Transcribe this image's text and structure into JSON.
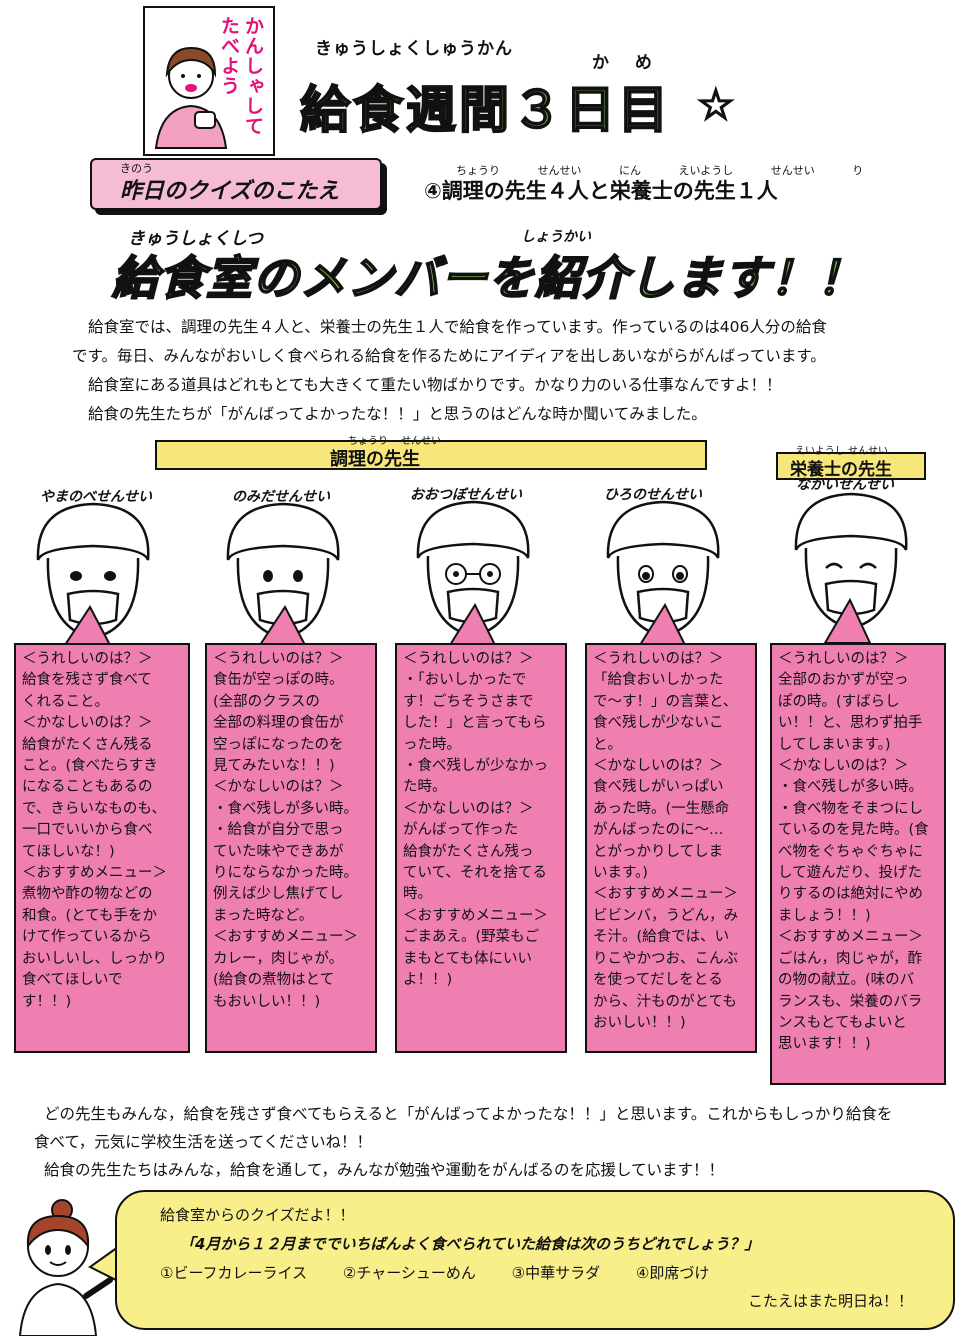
{
  "header": {
    "logo_text": "かんしゃしてたべよう",
    "title_ruby": "きゅうしょくしゅうかん",
    "title_ruby2": "か め",
    "title": "給食週間３日目"
  },
  "answer": {
    "label_ruby": "きのう",
    "label": "昨日のクイズのこたえ",
    "ruby": "ちょうり せんせい にん えいようし せんせい り",
    "text": "④調理の先生４人と栄養士の先生１人"
  },
  "heading": {
    "ruby": "きゅうしょくしつ",
    "ruby2": "しょうかい",
    "text": "給食室のメンバーを紹介します！！"
  },
  "intro": {
    "lines": [
      "給食室では、調理の先生４人と、栄養士の先生１人で給食を作っています。作っているのは406人分の給食",
      "です。毎日、みんながおいしく食べられる給食を作るためにアイディアを出しあいながらがんばっています。",
      "給食室にある道具はどれもとても大きくて重たい物ばかりです。かなり力のいる仕事なんですよ！！",
      "給食の先生たちが「がんばってよかったな！！」と思うのはどんな時か聞いてみました。"
    ]
  },
  "ribbons": {
    "cook_ruby": "ちょうり せんせい",
    "cook": "調理の先生",
    "nutrition_ruby": "えいようし せんせい",
    "nutrition": "栄養士の先生"
  },
  "teachers": [
    {
      "name": "やまのべせんせい",
      "lines": [
        "＜うれしいのは？＞",
        "給食を残さず食べて",
        "くれること。",
        "＜かなしいのは？＞",
        "給食がたくさん残る",
        "こと。(食べたらすき",
        "になることもあるの",
        "で、きらいなものも、",
        "一口でいいから食べ",
        "てほしいな！)",
        "＜おすすめメニュー＞",
        "煮物や酢の物などの",
        "和食。(とても手をか",
        "けて作っているから",
        "おいしいし、しっかり",
        "食べてほしいで",
        "す！！)"
      ]
    },
    {
      "name": "のみだせんせい",
      "lines": [
        "＜うれしいのは？＞",
        "食缶が空っぽの時。",
        "(全部のクラスの",
        "全部の料理の食缶が",
        "空っぽになったのを",
        "見てみたいな！！)",
        "＜かなしいのは？＞",
        "・食べ残しが多い時。",
        "・給食が自分で思っ",
        "ていた味やできあが",
        "りにならなかった時。",
        "例えば少し焦げてし",
        "まった時など。",
        "＜おすすめメニュー＞",
        "カレー，肉じゃが。",
        "(給食の煮物はとて",
        "もおいしい！！)"
      ]
    },
    {
      "name": "おおつぼせんせい",
      "lines": [
        "＜うれしいのは？＞",
        "・「おいしかったで",
        "す！ごちそうさまで",
        "した！」と言ってもら",
        "った時。",
        "・食べ残しが少なかっ",
        "た時。",
        "＜かなしいのは？＞",
        "がんばって作った",
        "給食がたくさん残っ",
        "ていて、それを捨てる",
        "時。",
        "＜おすすめメニュー＞",
        "ごまあえ。(野菜もご",
        "まもとても体にいい",
        "よ！！)"
      ]
    },
    {
      "name": "ひろのせんせい",
      "lines": [
        "＜うれしいのは？＞",
        "「給食おいしかった",
        "で～す！」の言葉と、",
        "食べ残しが少ないこ",
        "と。",
        "＜かなしいのは？＞",
        "食べ残しがいっぱい",
        "あった時。(一生懸命",
        "がんばったのに～…",
        "とがっかりしてしま",
        "います。)",
        "＜おすすめメニュー＞",
        "ビビンバ，うどん，み",
        "そ汁。(給食では、い",
        "りこやかつお、こんぶ",
        "を使ってだしをとる",
        "から、汁ものがとても",
        "おいしい！！)"
      ]
    },
    {
      "name": "なかいせんせい",
      "lines": [
        "＜うれしいのは？＞",
        "全部のおかずが空っ",
        "ぽの時。(すばらし",
        "い！！と、思わず拍手",
        "してしまいます。)",
        "＜かなしいのは？＞",
        "・食べ残しが多い時。",
        "・食べ物をそまつにし",
        "ているのを見た時。(食",
        "べ物をぐちゃぐちゃに",
        "して遊んだり、投げた",
        "りするのは絶対にやめ",
        "ましょう！！)",
        "＜おすすめメニュー＞",
        "ごはん，肉じゃが，酢",
        "の物の献立。(味のバ",
        "ランスも、栄養のバラ",
        "ンスもとてもよいと",
        "思います！！)"
      ]
    }
  ],
  "closing": {
    "lines": [
      "どの先生もみんな，給食を残さず食べてもらえると「がんばってよかったな！！」と思います。これからもしっかり給食を",
      "食べて，元気に学校生活を送ってくださいね！！",
      "給食の先生たちはみんな，給食を通して，みんなが勉強や運動をがんばるのを応援しています！！"
    ]
  },
  "quiz": {
    "intro": "給食室からのクイズだよ！！",
    "question": "「4月から１２月まででいちばんよく食べられていた給食は次のうちどれでしょう？」",
    "options": [
      "①ビーフカレーライス",
      "②チャーシューめん",
      "③中華サラダ",
      "④即席づけ"
    ],
    "note": "こたえはまた明日ね！！"
  },
  "colors": {
    "balloon_pink": "#ef7fb0",
    "ribbon_yellow": "#f7e67a",
    "quiz_yellow": "#f8ef8a",
    "title_green": "#7cc64a",
    "logo_pink": "#e3127a"
  }
}
